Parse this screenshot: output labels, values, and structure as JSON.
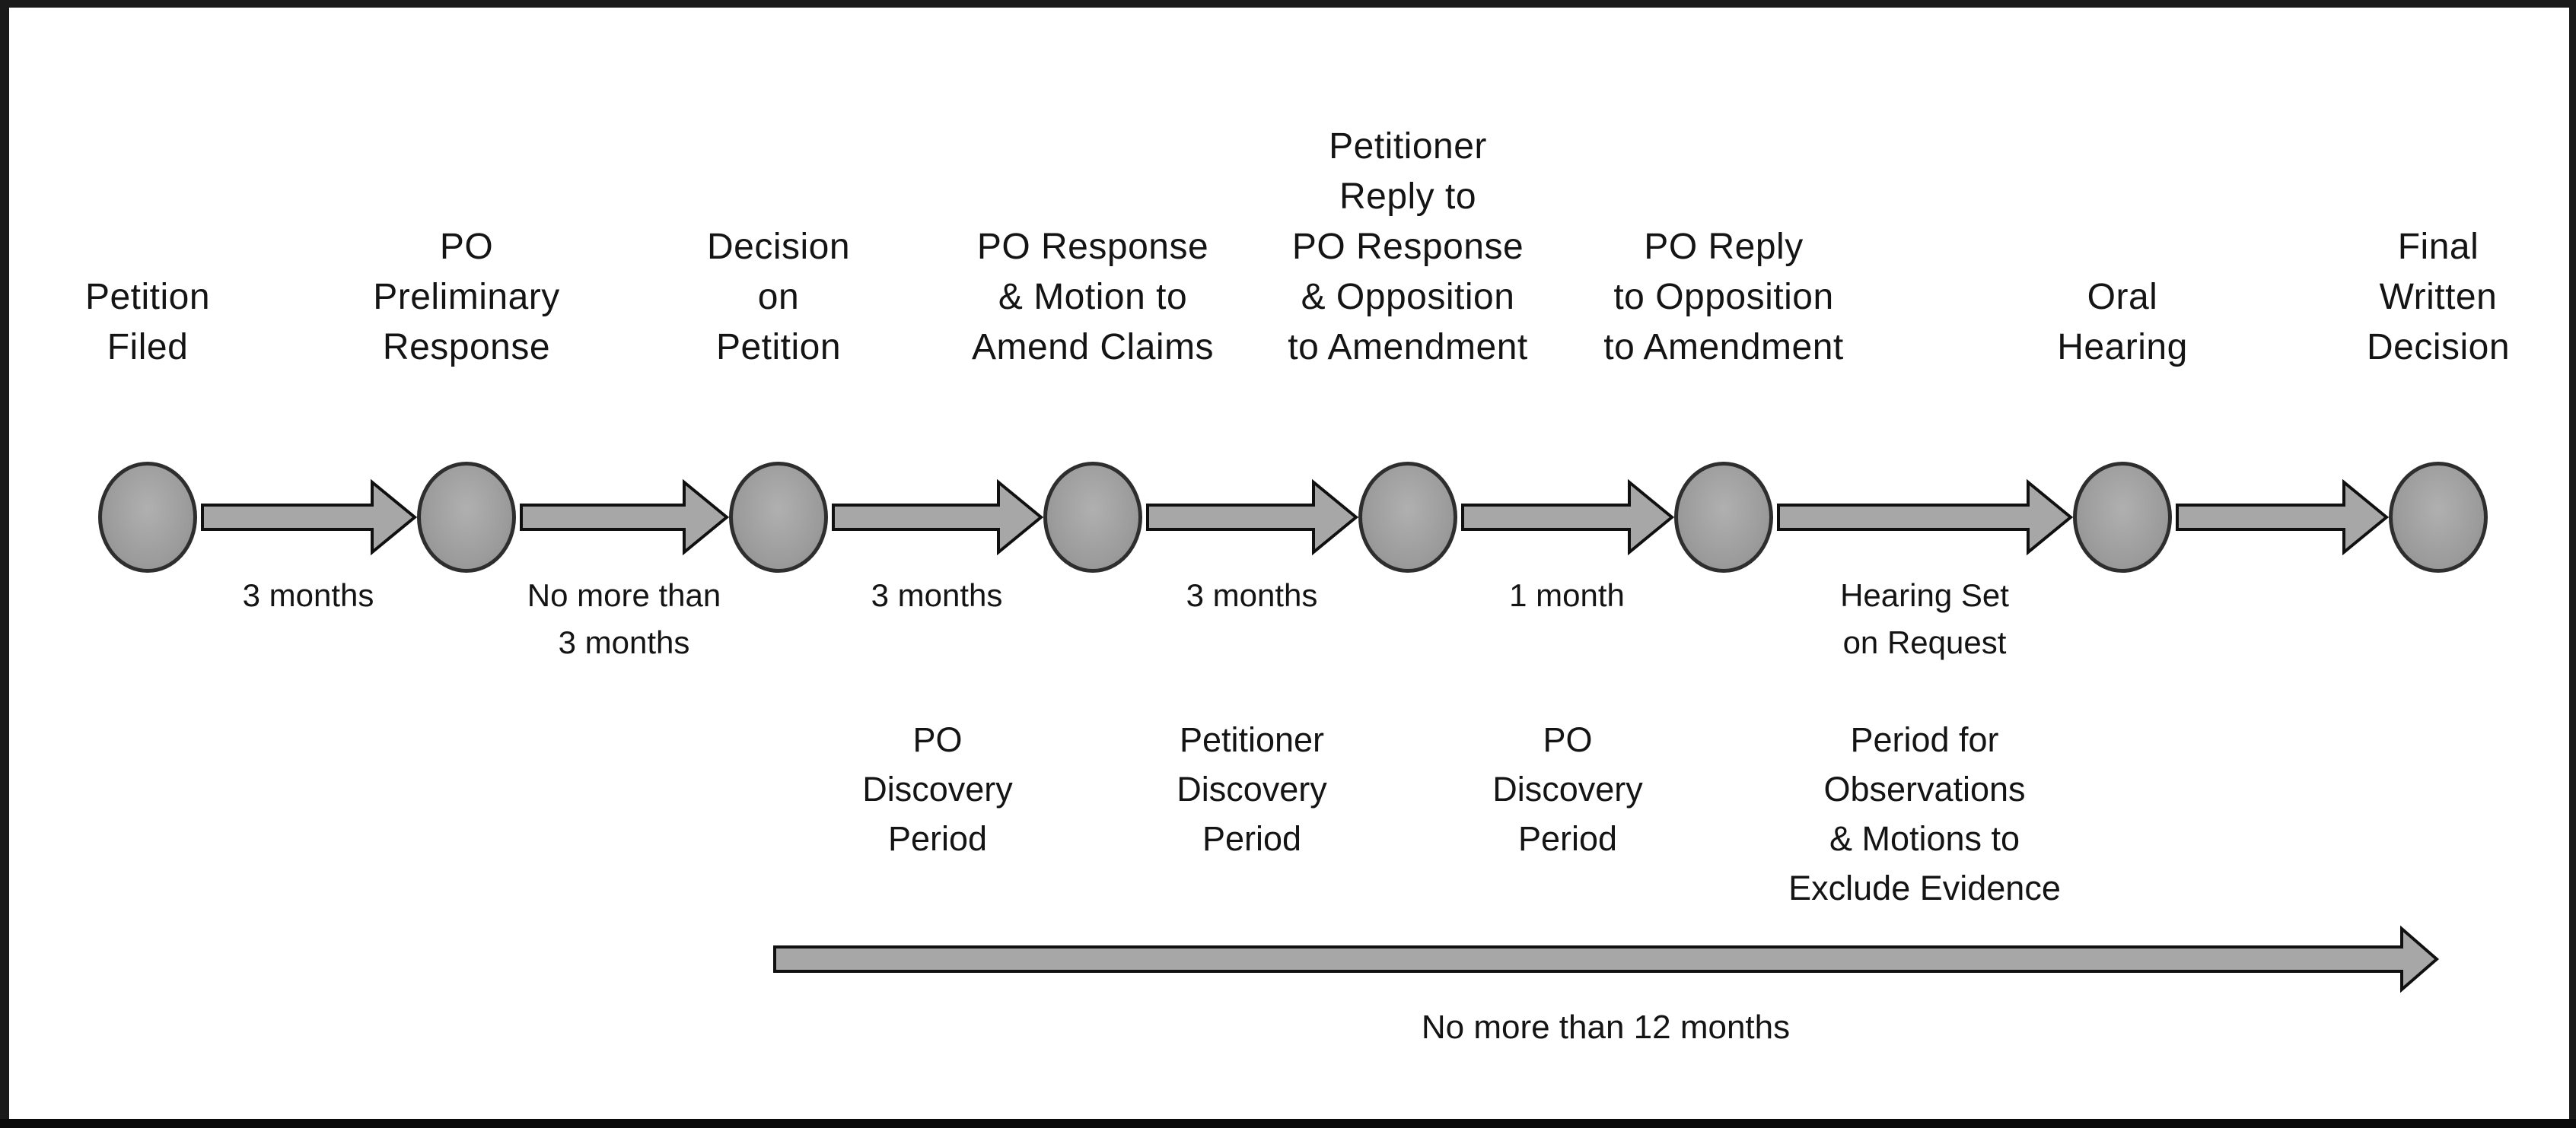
{
  "diagram": {
    "nodes": [
      {
        "lines": [
          "Petition",
          "Filed"
        ]
      },
      {
        "lines": [
          "PO",
          "Preliminary",
          "Response"
        ]
      },
      {
        "lines": [
          "Decision",
          "on",
          "Petition"
        ]
      },
      {
        "lines": [
          "PO Response",
          "& Motion to",
          "Amend Claims"
        ]
      },
      {
        "lines": [
          "Petitioner",
          "Reply to",
          "PO Response",
          "& Opposition",
          "to Amendment"
        ]
      },
      {
        "lines": [
          "PO Reply",
          "to Opposition",
          "to Amendment"
        ]
      },
      {
        "lines": [
          "Oral",
          "Hearing"
        ]
      },
      {
        "lines": [
          "Final",
          "Written",
          "Decision"
        ]
      }
    ],
    "arrows": [
      {
        "lines": [
          "3 months"
        ]
      },
      {
        "lines": [
          "No more than",
          "3 months"
        ]
      },
      {
        "lines": [
          "3 months"
        ]
      },
      {
        "lines": [
          "3 months"
        ]
      },
      {
        "lines": [
          "1 month"
        ]
      },
      {
        "lines": [
          "Hearing Set",
          "on Request"
        ]
      },
      {
        "lines": []
      }
    ],
    "discovery_periods": [
      {
        "lines": [
          "PO",
          "Discovery",
          "Period"
        ]
      },
      {
        "lines": [
          "Petitioner",
          "Discovery",
          "Period"
        ]
      },
      {
        "lines": [
          "PO",
          "Discovery",
          "Period"
        ]
      },
      {
        "lines": [
          "Period for",
          "Observations",
          "& Motions to",
          "Exclude Evidence"
        ]
      }
    ],
    "overall_arrow": {
      "label": "No more than 12 months"
    }
  }
}
